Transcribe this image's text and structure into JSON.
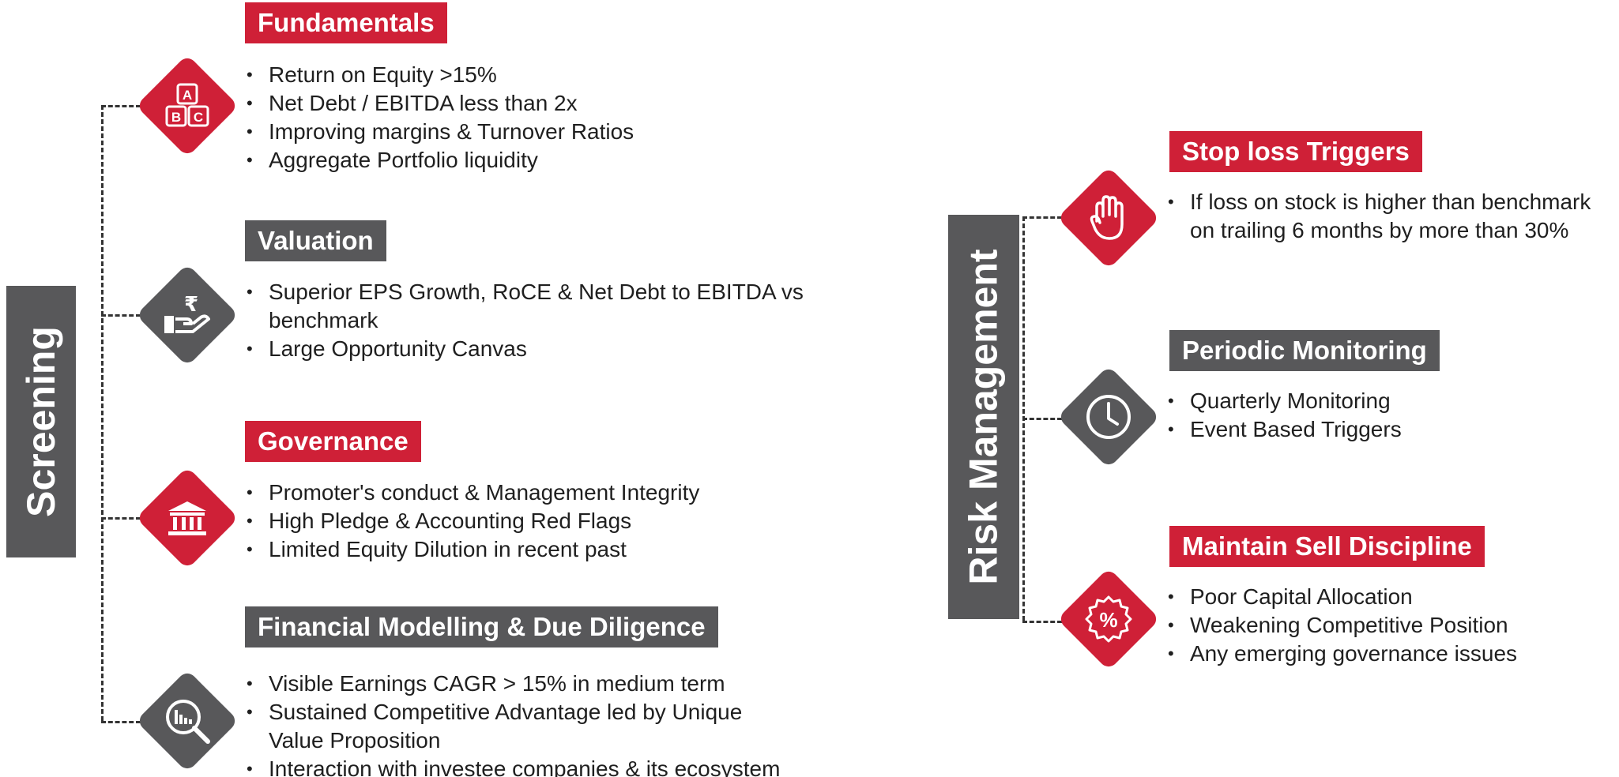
{
  "screening": {
    "label": "Screening",
    "sections": [
      {
        "title": "Fundamentals",
        "tag_color": "red",
        "icon": "abc-blocks-icon",
        "bullets": [
          "Return on Equity >15%",
          "Net Debt / EBITDA less than 2x",
          "Improving margins & Turnover Ratios",
          "Aggregate Portfolio liquidity"
        ]
      },
      {
        "title": "Valuation",
        "tag_color": "gray",
        "icon": "rupee-hand-icon",
        "bullets": [
          "Superior EPS Growth, RoCE & Net Debt to EBITDA vs benchmark",
          "Large Opportunity Canvas"
        ]
      },
      {
        "title": "Governance",
        "tag_color": "red",
        "icon": "bank-building-icon",
        "bullets": [
          "Promoter's conduct & Management Integrity",
          "High Pledge & Accounting Red Flags",
          "Limited Equity Dilution in recent past"
        ]
      },
      {
        "title": "Financial Modelling & Due Diligence",
        "tag_color": "gray",
        "icon": "chart-magnifier-icon",
        "bullets": [
          "Visible Earnings CAGR > 15% in medium term",
          "Sustained Competitive Advantage led by Unique Value Proposition",
          "Interaction with investee companies & its ecosystem"
        ]
      }
    ]
  },
  "risk": {
    "label": "Risk Management",
    "sections": [
      {
        "title": "Stop loss Triggers",
        "tag_color": "red",
        "icon": "stop-hand-icon",
        "bullets": [
          "If loss on stock is higher than benchmark on trailing 6 months by more than 30%"
        ]
      },
      {
        "title": "Periodic Monitoring",
        "tag_color": "gray",
        "icon": "clock-icon",
        "bullets": [
          "Quarterly Monitoring",
          "Event Based Triggers"
        ]
      },
      {
        "title": "Maintain Sell Discipline",
        "tag_color": "red",
        "icon": "percent-badge-icon",
        "bullets": [
          "Poor Capital Allocation",
          "Weakening Competitive Position",
          "Any emerging governance issues"
        ]
      }
    ]
  },
  "colors": {
    "red": "#cf2037",
    "gray": "#58585a"
  }
}
